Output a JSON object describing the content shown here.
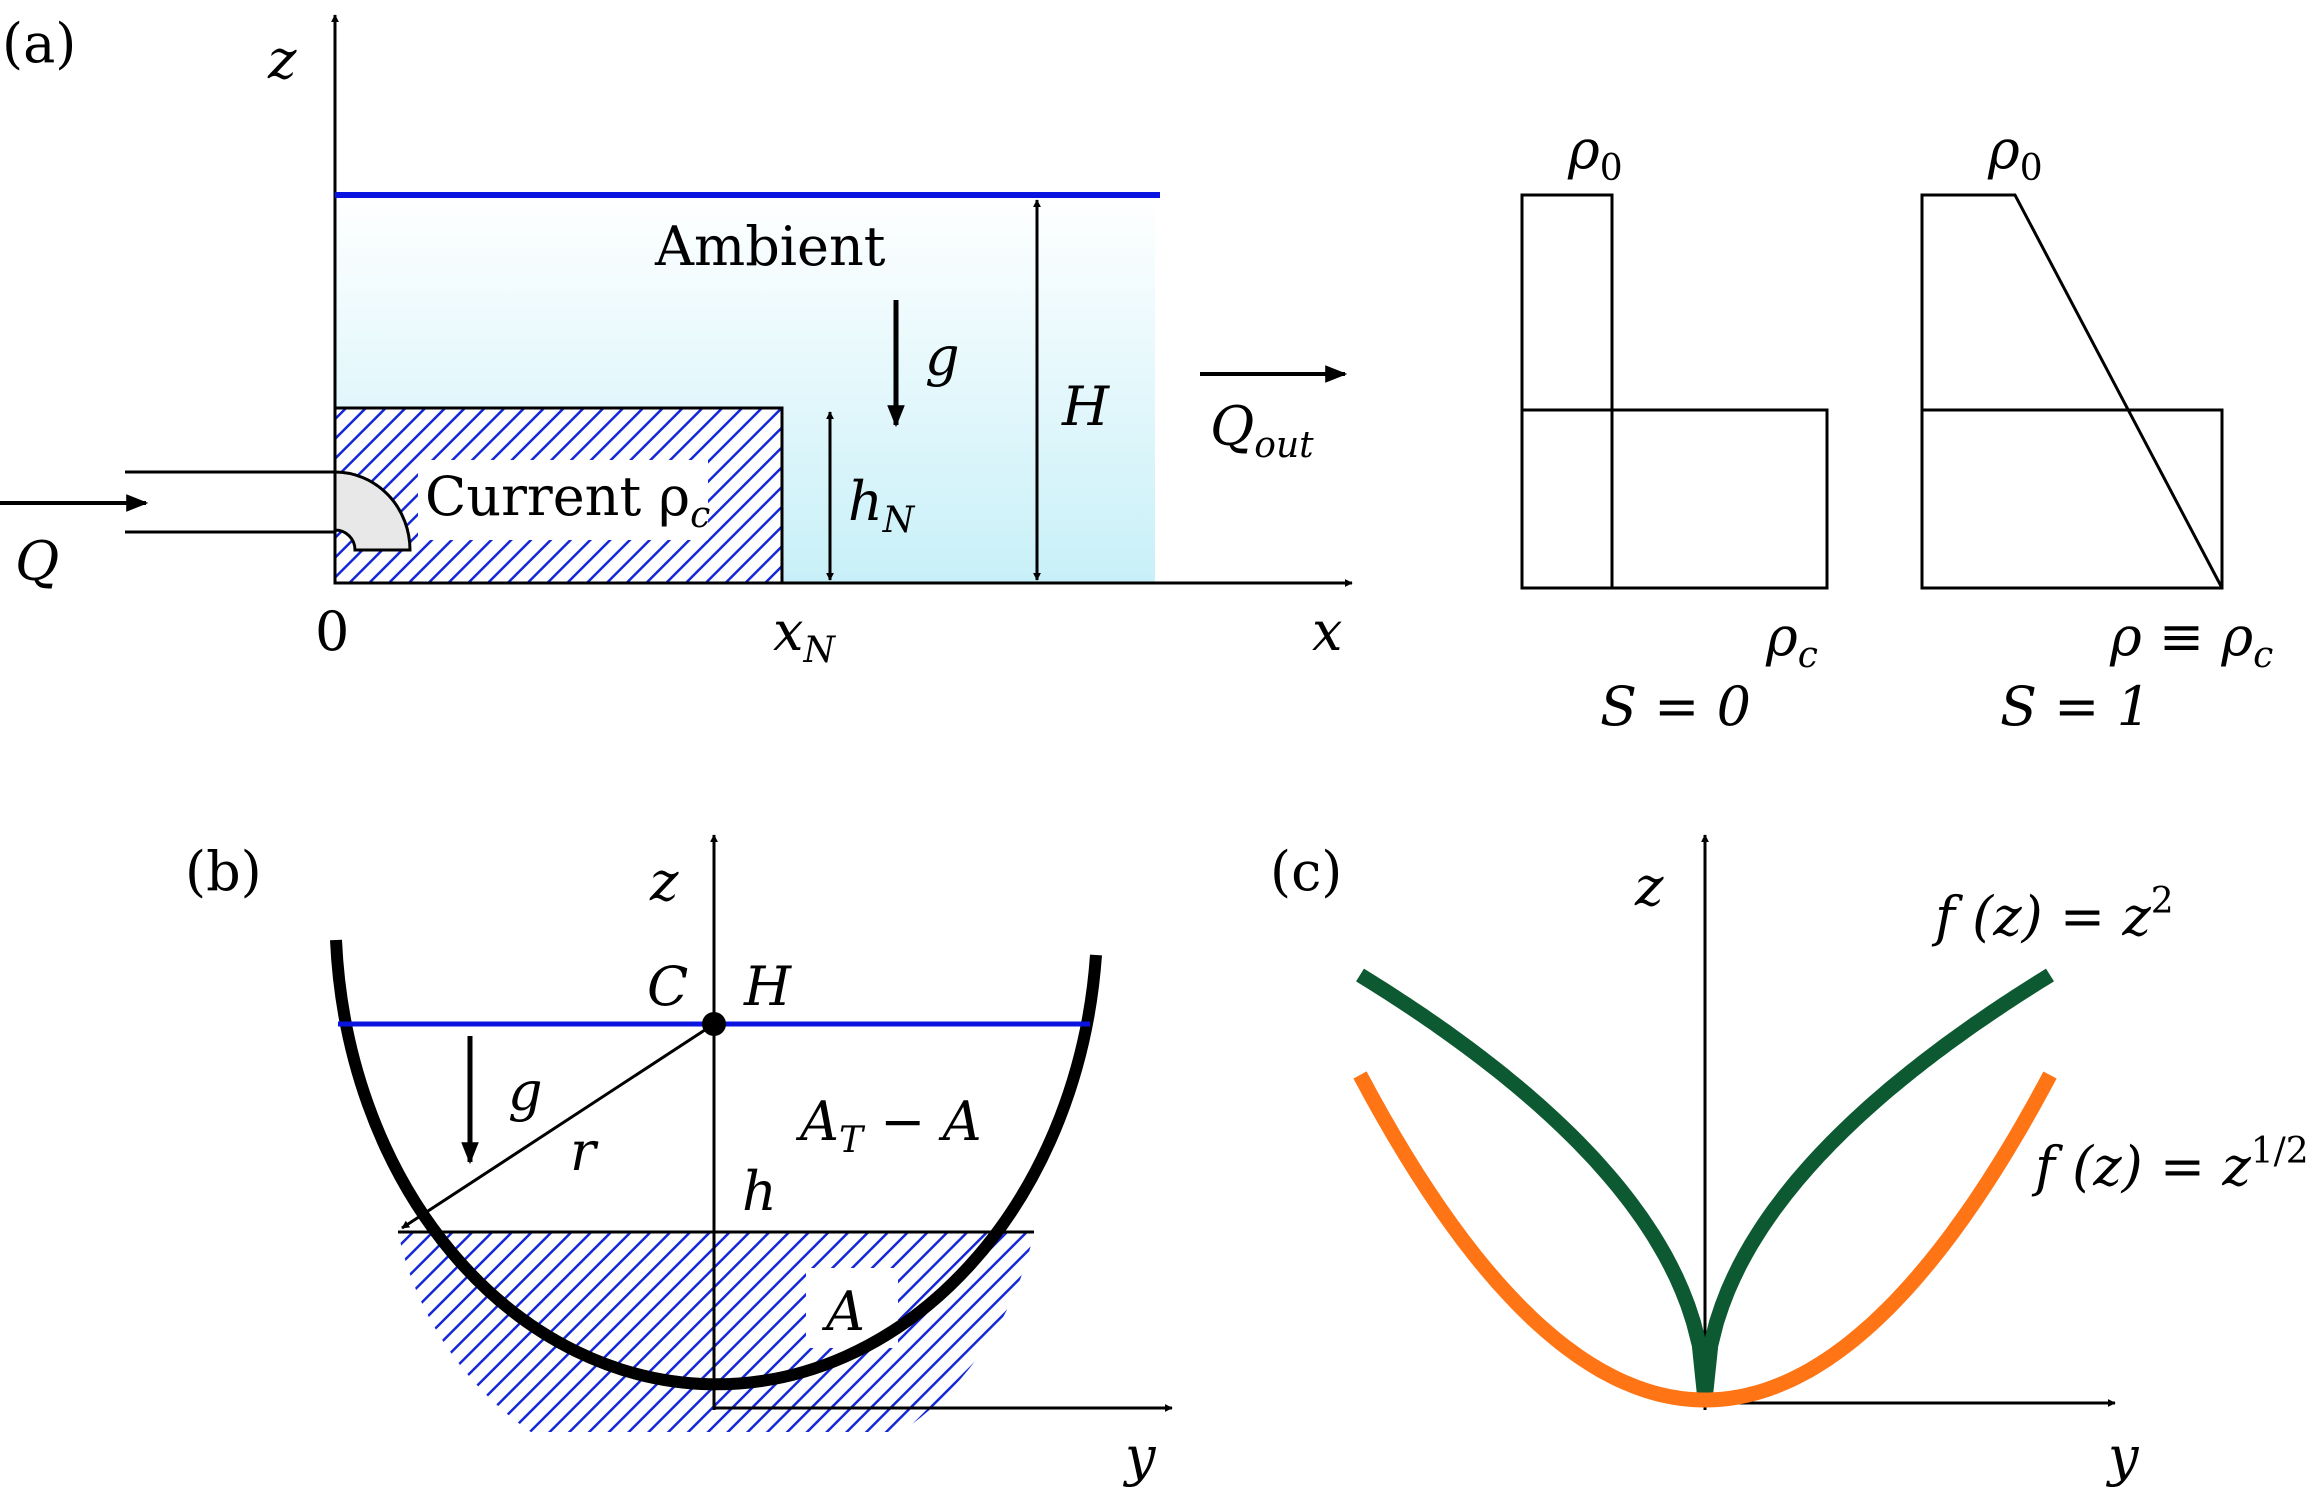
{
  "panel_a": {
    "tag": "(a)",
    "ambient_label": "Ambient",
    "current_label": "Current ρ",
    "current_sub": "c",
    "g_label": "g",
    "H_label": "H",
    "hN_main": "h",
    "hN_sub": "N",
    "Q_label": "Q",
    "Qout_main": "Q",
    "Qout_sub": "out",
    "z_label": "z",
    "x_label": "x",
    "origin_label": "0",
    "xN_main": "x",
    "xN_sub": "N"
  },
  "profiles": {
    "s0": {
      "rho0_main": "ρ",
      "rho0_sub": "0",
      "rhoc_main": "ρ",
      "rhoc_sub": "c",
      "caption": "S = 0"
    },
    "s1": {
      "rho0_main": "ρ",
      "rho0_sub": "0",
      "rhoc_main": "ρ ≡ ρ",
      "rhoc_sub": "c",
      "caption": "S = 1"
    }
  },
  "panel_b": {
    "tag": "(b)",
    "z_label": "z",
    "y_label": "y",
    "C_label": "C",
    "H_label": "H",
    "g_label": "g",
    "r_label": "r",
    "h_label": "h",
    "upper_area_main": "A",
    "upper_area_sub": "T",
    "upper_area_rest": " − A",
    "A_label": "A"
  },
  "panel_c": {
    "tag": "(c)",
    "z_label": "z",
    "y_label": "y",
    "curve_green_label": "f (z) = z",
    "curve_green_sup": "2",
    "curve_orange_label": "f (z) = z",
    "curve_orange_sup": "1/2",
    "colors": {
      "green": "#0d5a32",
      "orange": "#ff7414"
    }
  },
  "colors": {
    "blue": "#0a14e0",
    "hatch": "#1428d8",
    "ambient_fill": "#c8f0f8",
    "gray": "#e8e8e8"
  }
}
